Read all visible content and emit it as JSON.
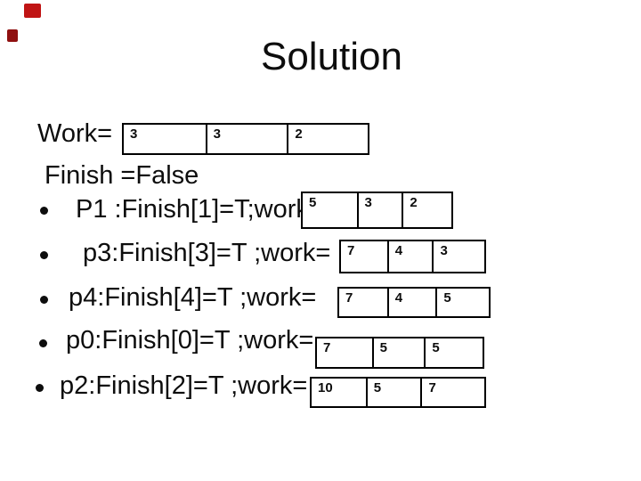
{
  "slide": {
    "title": "Solution",
    "background_color": "#ffffff",
    "text_color": "#0d0d0d"
  },
  "decorations": {
    "large_square_color": "#c01414",
    "small_square_color": "#8f1010"
  },
  "icons": {
    "bullet": "•"
  },
  "rows": [
    {
      "label": "Work="
    },
    {
      "label": "Finish =False"
    },
    {
      "label": "P1 :Finish[1]=T;work"
    },
    {
      "label": "p3:Finish[3]=T ;work="
    },
    {
      "label": "p4:Finish[4]=T ;work="
    },
    {
      "label": "p0:Finish[0]=T ;work="
    },
    {
      "label": "p2:Finish[2]=T ;work="
    }
  ],
  "tables": [
    {
      "name": "work-initial",
      "values": [
        "3",
        "3",
        "2"
      ]
    },
    {
      "name": "work-after-p1",
      "values": [
        "5",
        "3",
        "2"
      ]
    },
    {
      "name": "work-after-p3",
      "values": [
        "7",
        "4",
        "3"
      ]
    },
    {
      "name": "work-after-p4",
      "values": [
        "7",
        "4",
        "5"
      ]
    },
    {
      "name": "work-after-p0",
      "values": [
        "7",
        "5",
        "5"
      ]
    },
    {
      "name": "work-after-p2",
      "values": [
        "10",
        "5",
        "7"
      ]
    }
  ]
}
